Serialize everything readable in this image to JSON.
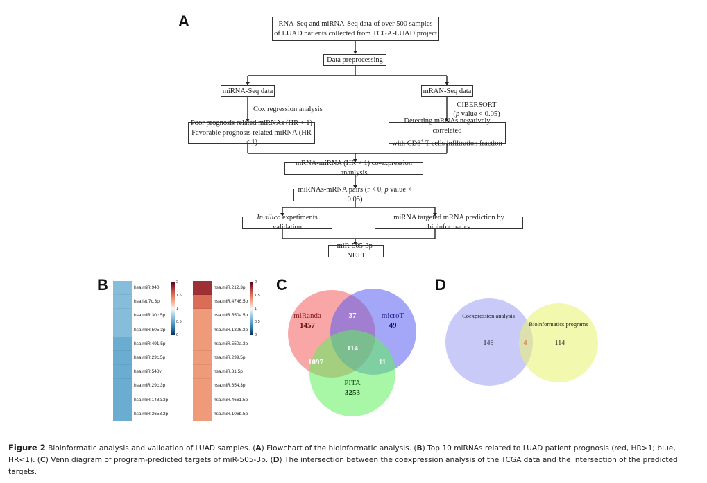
{
  "figure": {
    "panels": {
      "A": "A",
      "B": "B",
      "C": "C",
      "D": "D"
    },
    "flowchart": {
      "source_line1": "RNA-Seq and miRNA-Seq data of over 500 samples",
      "source_line2": "of LUAD patients collected from TCGA-LUAD project",
      "preprocessing": "Data preprocessing",
      "mirna_seq": "miRNA-Seq data",
      "cox": "Cox regression analysis",
      "mran_seq": "mRAN-Seq data",
      "cibersort": "CIBERSORT",
      "cibersort_p_italic": "p",
      "cibersort_p_rest": " value < 0.05)",
      "cibersort_p_open": "(",
      "poor_line1": "Poor prognosis related miRNAs (HR > 1)",
      "poor_line2": "Favorable prognosis related miRNA (HR < 1)",
      "detect_line1": "Detecting mRNAs negatively correlated",
      "detect_line2_a": "with CD8",
      "detect_line2_sup": "+",
      "detect_line2_b": " T cells infiltration fraction",
      "coexpression": "mRNA-miRNA (HR < 1) co-expression ananlysis",
      "pairs_a": "miRNAs-mRNA pairs (r < 0, ",
      "pairs_italic": "p",
      "pairs_b": " value < 0.05)",
      "insilico_italic": "In silico",
      "insilico_rest": " expetiments validation",
      "prediction": "miRNA targeted mRNA prediction by bioinformatics",
      "final": "miR-505-3p-NET1"
    },
    "caption": {
      "fig_label": "Figure 2",
      "text1": " Bioinformatic analysis and validation of LUAD samples. (",
      "a": "A",
      "text2": ") Flowchart of the bioinformatic analysis. (",
      "b": "B",
      "text3": ") Top 10 miRNAs related to LUAD patient prognosis (red, HR>1; blue, HR<1). (",
      "c": "C",
      "text4": ") Venn diagram of program-predicted targets of miR-505-3p. (",
      "d": "D",
      "text5": ") The intersection between the coexpression analysis of the TCGA data and the intersection of the predicted targets."
    }
  },
  "chart_data": [
    {
      "type": "heatmap",
      "title": "Favorable prognosis miRNAs (HR<1)",
      "rows": [
        "hsa.miR.940",
        "hsa.let.7c.3p",
        "hsa.miR.30c.5p",
        "hsa.miR.505.3p",
        "hsa.miR.491.5p",
        "hsa.miR.29c.5p",
        "hsa.miR.548v",
        "hsa.miR.29c.3p",
        "hsa.miR.148a.3p",
        "hsa.miR.3653.3p"
      ],
      "values": [
        0.75,
        0.75,
        0.75,
        0.75,
        0.65,
        0.65,
        0.65,
        0.65,
        0.65,
        0.65
      ],
      "colorbar": {
        "range": [
          0,
          2
        ],
        "ticks": [
          "2",
          "1.5",
          "1",
          "0.5",
          "0"
        ]
      }
    },
    {
      "type": "heatmap",
      "title": "Poor prognosis miRNAs (HR>1)",
      "rows": [
        "hsa.miR.212.3p",
        "hsa.miR.4746.5p",
        "hsa.miR.550a.5p",
        "hsa.miR.1306.3p",
        "hsa.miR.550a.3p",
        "hsa.miR.299.5p",
        "hsa.miR.31.5p",
        "hsa.miR.654.3p",
        "hsa.miR.4661.5p",
        "hsa.miR.106b.5p"
      ],
      "values": [
        1.8,
        1.55,
        1.35,
        1.35,
        1.35,
        1.35,
        1.35,
        1.35,
        1.35,
        1.35
      ],
      "colorbar": {
        "range": [
          0,
          2
        ],
        "ticks": [
          "2",
          "1.5",
          "1",
          "0.5",
          "0"
        ]
      }
    },
    {
      "type": "venn",
      "sets": [
        {
          "name": "miRanda",
          "only": "1457",
          "color": "#f45c5c"
        },
        {
          "name": "microT",
          "only": "49",
          "color": "#5a5cf0"
        },
        {
          "name": "PITA",
          "only": "3253",
          "color": "#5ef05c"
        }
      ],
      "intersections": {
        "miRanda_microT": "37",
        "miRanda_PITA": "1097",
        "microT_PITA": "11",
        "all": "114"
      }
    },
    {
      "type": "venn",
      "sets": [
        {
          "name": "Coexpression analysis",
          "only": "149",
          "color": "#9e9ef2"
        },
        {
          "name": "Bioinformatics programs",
          "only": "114",
          "color": "#eaf26e"
        }
      ],
      "intersections": {
        "both": "4"
      },
      "intersection_color": "#e0461e"
    }
  ]
}
